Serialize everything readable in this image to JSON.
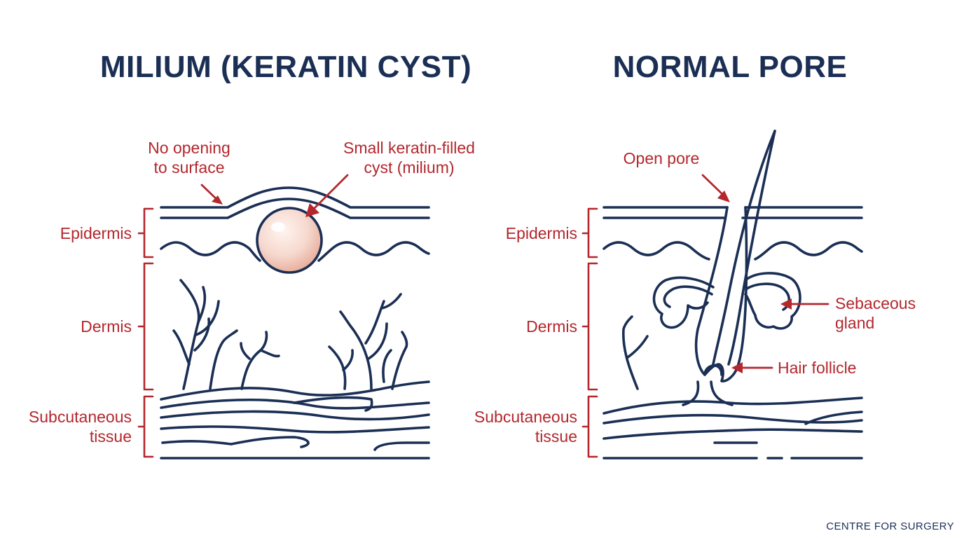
{
  "left_panel": {
    "title": "MILIUM (KERATIN CYST)",
    "callouts": {
      "no_opening": [
        "No opening",
        "to surface"
      ],
      "cyst": [
        "Small keratin-filled",
        "cyst (milium)"
      ]
    },
    "layers": {
      "epidermis": "Epidermis",
      "dermis": "Dermis",
      "subcutaneous": [
        "Subcutaneous",
        "tissue"
      ]
    }
  },
  "right_panel": {
    "title": "NORMAL PORE",
    "callouts": {
      "open_pore": "Open pore",
      "sebaceous": [
        "Sebaceous",
        "gland"
      ],
      "hair_follicle": "Hair follicle"
    },
    "layers": {
      "epidermis": "Epidermis",
      "dermis": "Dermis",
      "subcutaneous": [
        "Subcutaneous",
        "tissue"
      ]
    }
  },
  "credit": "CENTRE FOR SURGERY",
  "colors": {
    "outline": "#1b2f55",
    "annotation": "#b3272d",
    "cyst_fill": "#f6d9cf",
    "background": "#ffffff"
  }
}
